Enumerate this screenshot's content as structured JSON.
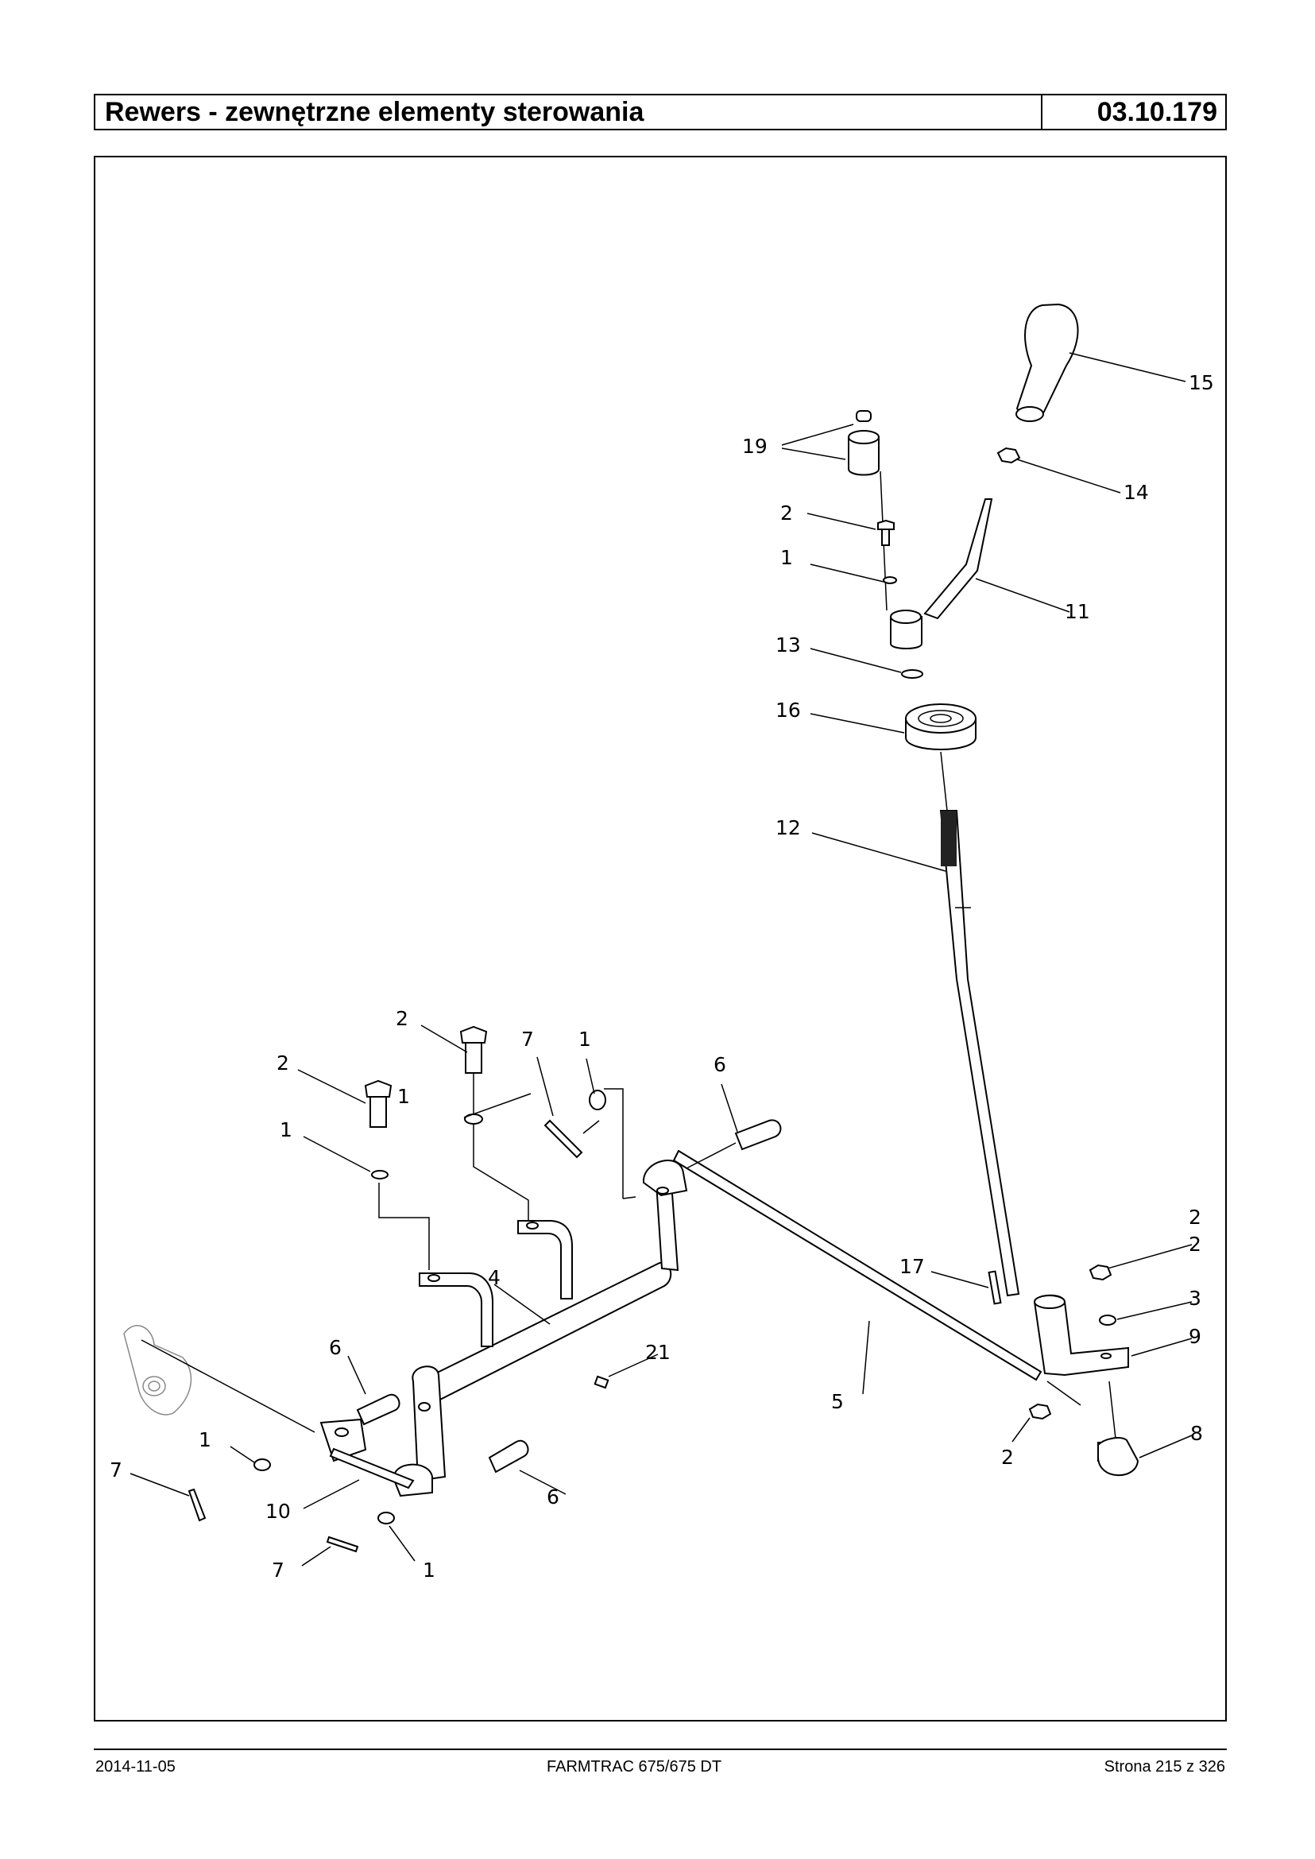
{
  "header": {
    "title": "Rewers - zewnętrzne elementy sterowania",
    "code": "03.10.179"
  },
  "diagram": {
    "callouts": [
      "15",
      "14",
      "19",
      "2",
      "1",
      "11",
      "13",
      "16",
      "12",
      "2",
      "2",
      "7",
      "1",
      "6",
      "2",
      "1",
      "1",
      "4",
      "17",
      "2",
      "3",
      "9",
      "6",
      "21",
      "5",
      "8",
      "1",
      "7",
      "10",
      "6",
      "2",
      "7",
      "1"
    ]
  },
  "footer": {
    "date": "2014-11-05",
    "model": "FARMTRAC 675/675 DT",
    "page": "Strona 215 z 326"
  }
}
